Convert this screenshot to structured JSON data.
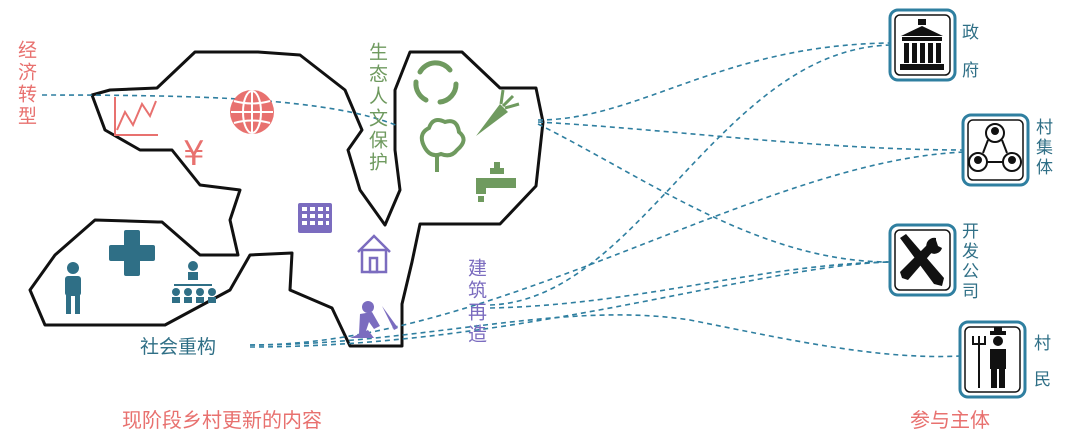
{
  "categories": {
    "economic": "经济转型",
    "ecology": "生态人文保护",
    "building": "建筑再造",
    "social": "社会重构"
  },
  "captions": {
    "content": "现阶段乡村更新的内容",
    "actors": "参与主体"
  },
  "actors": [
    {
      "key": "government",
      "label": "政府",
      "icon": "government-building-icon"
    },
    {
      "key": "collective",
      "label": "村集体",
      "icon": "people-network-icon"
    },
    {
      "key": "developer",
      "label": "开发公司",
      "icon": "tools-icon"
    },
    {
      "key": "villager",
      "label": "村民",
      "icon": "farmer-icon"
    }
  ],
  "colors": {
    "economic": "#e8716f",
    "ecology": "#6f9a5f",
    "building": "#7b6cbf",
    "social": "#2f6f86",
    "line": "#2f7fa0",
    "outline": "#111111"
  }
}
